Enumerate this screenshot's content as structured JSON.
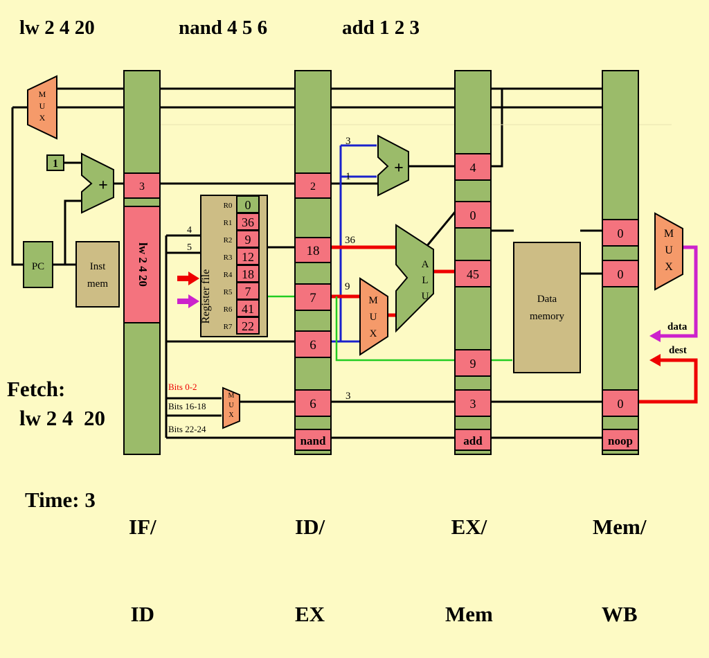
{
  "instructions": [
    "lw 2 4 20",
    "nand 4 5 6",
    "add 1 2 3"
  ],
  "fetch_label": "Fetch:",
  "fetch_instr": "lw 2 4  20",
  "time_label": "Time: 3",
  "stages": {
    "if_id": [
      "IF/",
      "ID"
    ],
    "id_ex": [
      "ID/",
      "EX"
    ],
    "ex_mem": [
      "EX/",
      "Mem"
    ],
    "mem_wb": [
      "Mem/",
      "WB"
    ]
  },
  "components": {
    "mux": [
      "M",
      "U",
      "X"
    ],
    "const_one": "1",
    "pc": "PC",
    "inst_mem": [
      "Inst",
      "mem"
    ],
    "plus": "+",
    "alu": [
      "A",
      "L",
      "U"
    ],
    "data_memory": [
      "Data",
      "memory"
    ],
    "register_file": "Register file"
  },
  "registers": {
    "names": [
      "R0",
      "R1",
      "R2",
      "R3",
      "R4",
      "R5",
      "R6",
      "R7"
    ],
    "values": [
      "0",
      "36",
      "9",
      "12",
      "18",
      "7",
      "41",
      "22"
    ]
  },
  "if_id_reg": {
    "pc_plus": "3",
    "instr": "lw  2  4  20"
  },
  "id_ex_reg": {
    "pc_plus": "2",
    "rega": "18",
    "regb": "7",
    "offset": "6",
    "dest": "6",
    "op": "nand"
  },
  "ex_mem_reg": {
    "target": "4",
    "eq": "0",
    "alu_result": "45",
    "regb": "9",
    "dest": "3",
    "op": "add"
  },
  "mem_wb_reg": {
    "mem_data": "0",
    "alu_result": "0",
    "dest": "0",
    "op": "noop"
  },
  "wire_labels": {
    "rs1": "4",
    "rs2": "5",
    "adder_a": "3",
    "adder_b": "1",
    "alu_in_a": "36",
    "alu_in_b": "9",
    "dest_bus": "3",
    "data": "data",
    "dest": "dest"
  },
  "bits": [
    "Bits 0-2",
    "Bits 16-18",
    "Bits 22-24"
  ],
  "colors": {
    "background": "#fdfac4",
    "pipeline_register": "#9bbb6a",
    "value_box": "#f4737e",
    "mux": "#f59a6a",
    "memory": "#cdbd85",
    "red_wire": "#ee0000",
    "blue_wire": "#1a22cc",
    "green_wire": "#22cc22",
    "magenta_wire": "#cc22cc"
  }
}
